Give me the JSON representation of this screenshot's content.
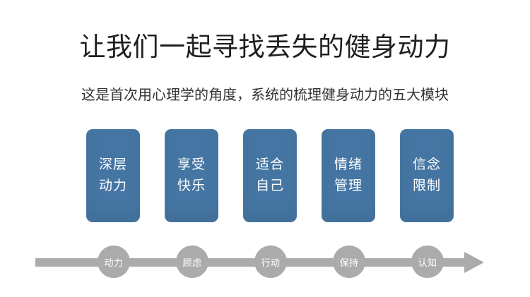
{
  "slide": {
    "title": "让我们一起寻找丢失的健身动力",
    "subtitle": "这是首次用心理学的角度，系统的梳理健身动力的五大模块",
    "modules": [
      {
        "line1": "深层",
        "line2": "动力"
      },
      {
        "line1": "享受",
        "line2": "快乐"
      },
      {
        "line1": "适合",
        "line2": "自己"
      },
      {
        "line1": "情绪",
        "line2": "管理"
      },
      {
        "line1": "信念",
        "line2": "限制"
      }
    ],
    "timeline_steps": [
      "动力",
      "顾虑",
      "行动",
      "保持",
      "认知"
    ],
    "colors": {
      "background": "#ffffff",
      "title_color": "#1f1f1f",
      "subtitle_color": "#333333",
      "module_blue": "#4576a3",
      "module_text": "#ffffff",
      "timeline_gray": "#ababab",
      "timeline_text": "#ffffff"
    }
  }
}
